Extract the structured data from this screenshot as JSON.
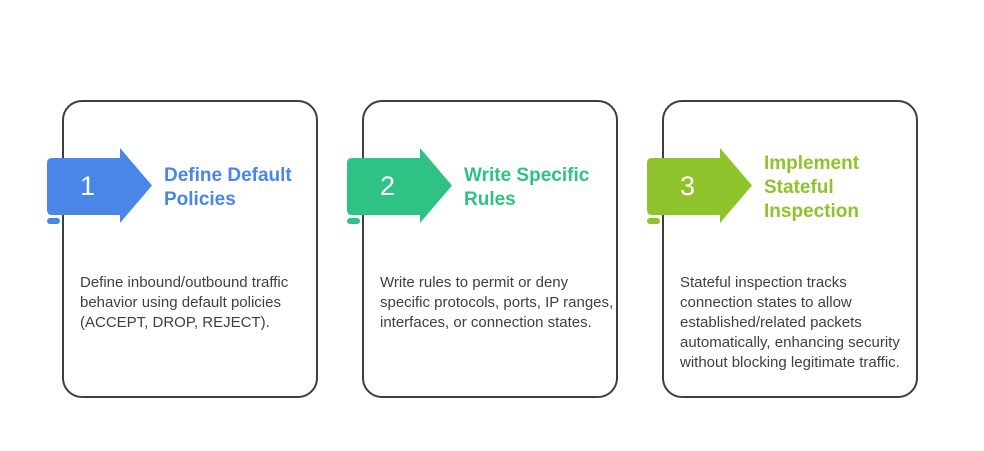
{
  "page": {
    "background_color": "#FFFFFF",
    "card_border_color": "#3E3E3E",
    "body_text_color": "#3F3F3F",
    "step_number_text_color": "#FFFFFF"
  },
  "steps": [
    {
      "number": "1",
      "title": "Define Default\nPolicies",
      "description": "Define inbound/outbound traffic\nbehavior using default policies\n(ACCEPT, DROP, REJECT).",
      "color": "#4A85E8"
    },
    {
      "number": "2",
      "title": "Write Specific\nRules",
      "description": "Write rules to permit or deny\nspecific protocols, ports, IP ranges,\ninterfaces, or connection states.",
      "color": "#2EC284"
    },
    {
      "number": "3",
      "title": "Implement\nStateful\nInspection",
      "description": "Stateful inspection tracks\nconnection states to allow\nestablished/related packets\nautomatically, enhancing security\nwithout blocking legitimate traffic.",
      "color": "#8FC32C"
    }
  ]
}
